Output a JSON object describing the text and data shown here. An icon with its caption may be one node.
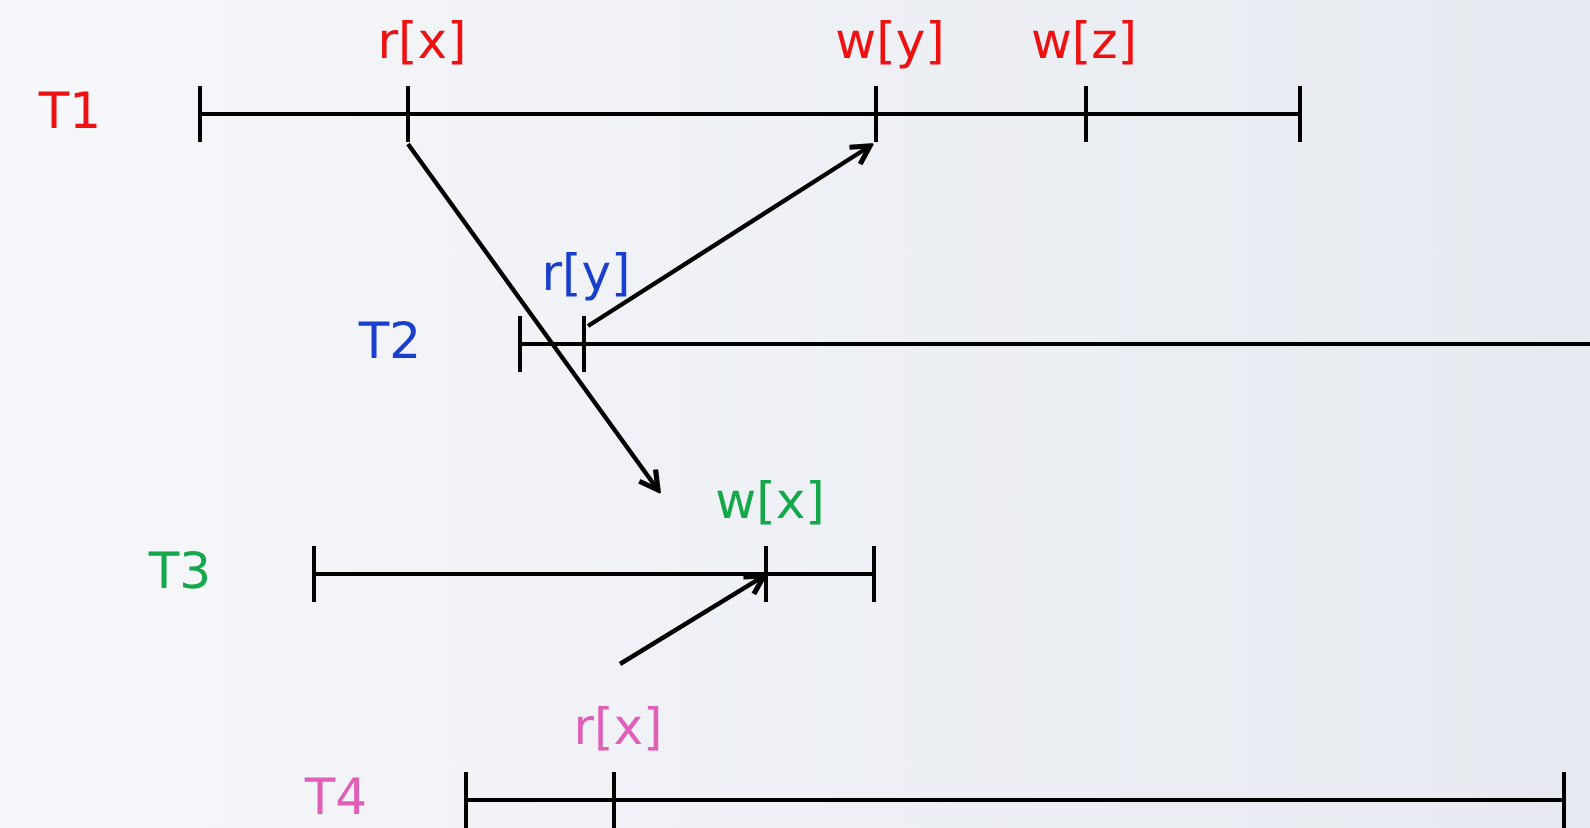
{
  "diagram": {
    "nodes": [
      {
        "text": [
          "r[x]"
        ]
      },
      {
        "text": [
          "w[y]"
        ]
      },
      {
        "text": [
          "w[z]"
        ]
      },
      {
        "text": [
          "r[y]"
        ]
      },
      {
        "text": [
          "w[x]"
        ]
      },
      {
        "text": [
          "r[x]"
        ]
      }
    ],
    "edges": [
      {
        "from": 0,
        "to": 4,
        "arrow": "to"
      },
      {
        "from": 3,
        "to": 1,
        "arrow": "to"
      },
      {
        "from": 5,
        "to": 4,
        "arrow": "to"
      }
    ],
    "labels": [
      "T1",
      "T2",
      "T3",
      "T4"
    ]
  }
}
